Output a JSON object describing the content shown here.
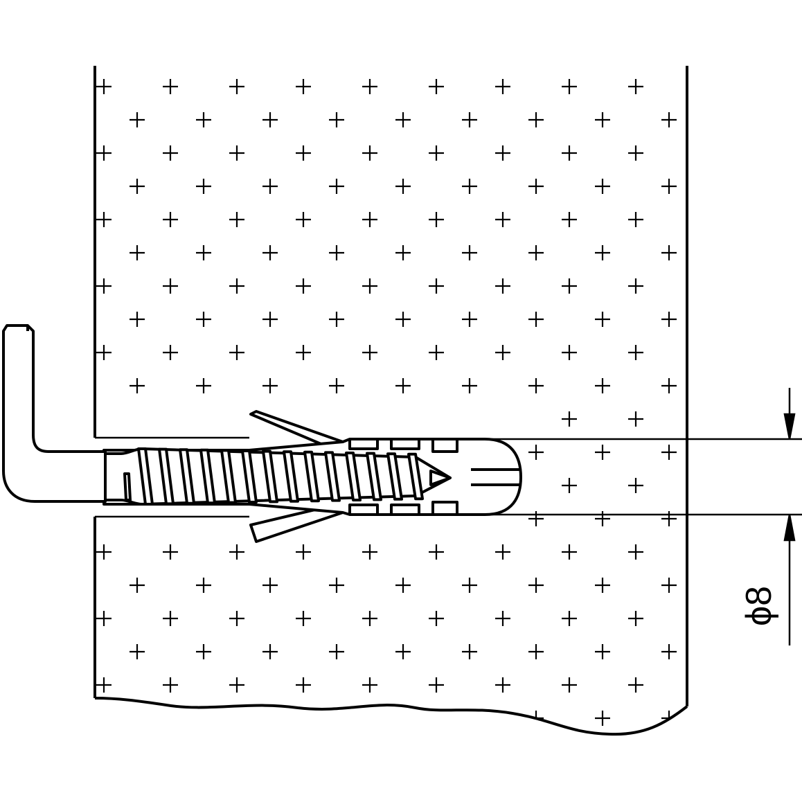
{
  "dimension": {
    "label": "ϕ8"
  },
  "colors": {
    "stroke": "#000000",
    "background": "#ffffff"
  },
  "parts": {
    "wall": "wall-section",
    "hook": "l-hook-screw",
    "anchor": "expansion-anchor"
  }
}
